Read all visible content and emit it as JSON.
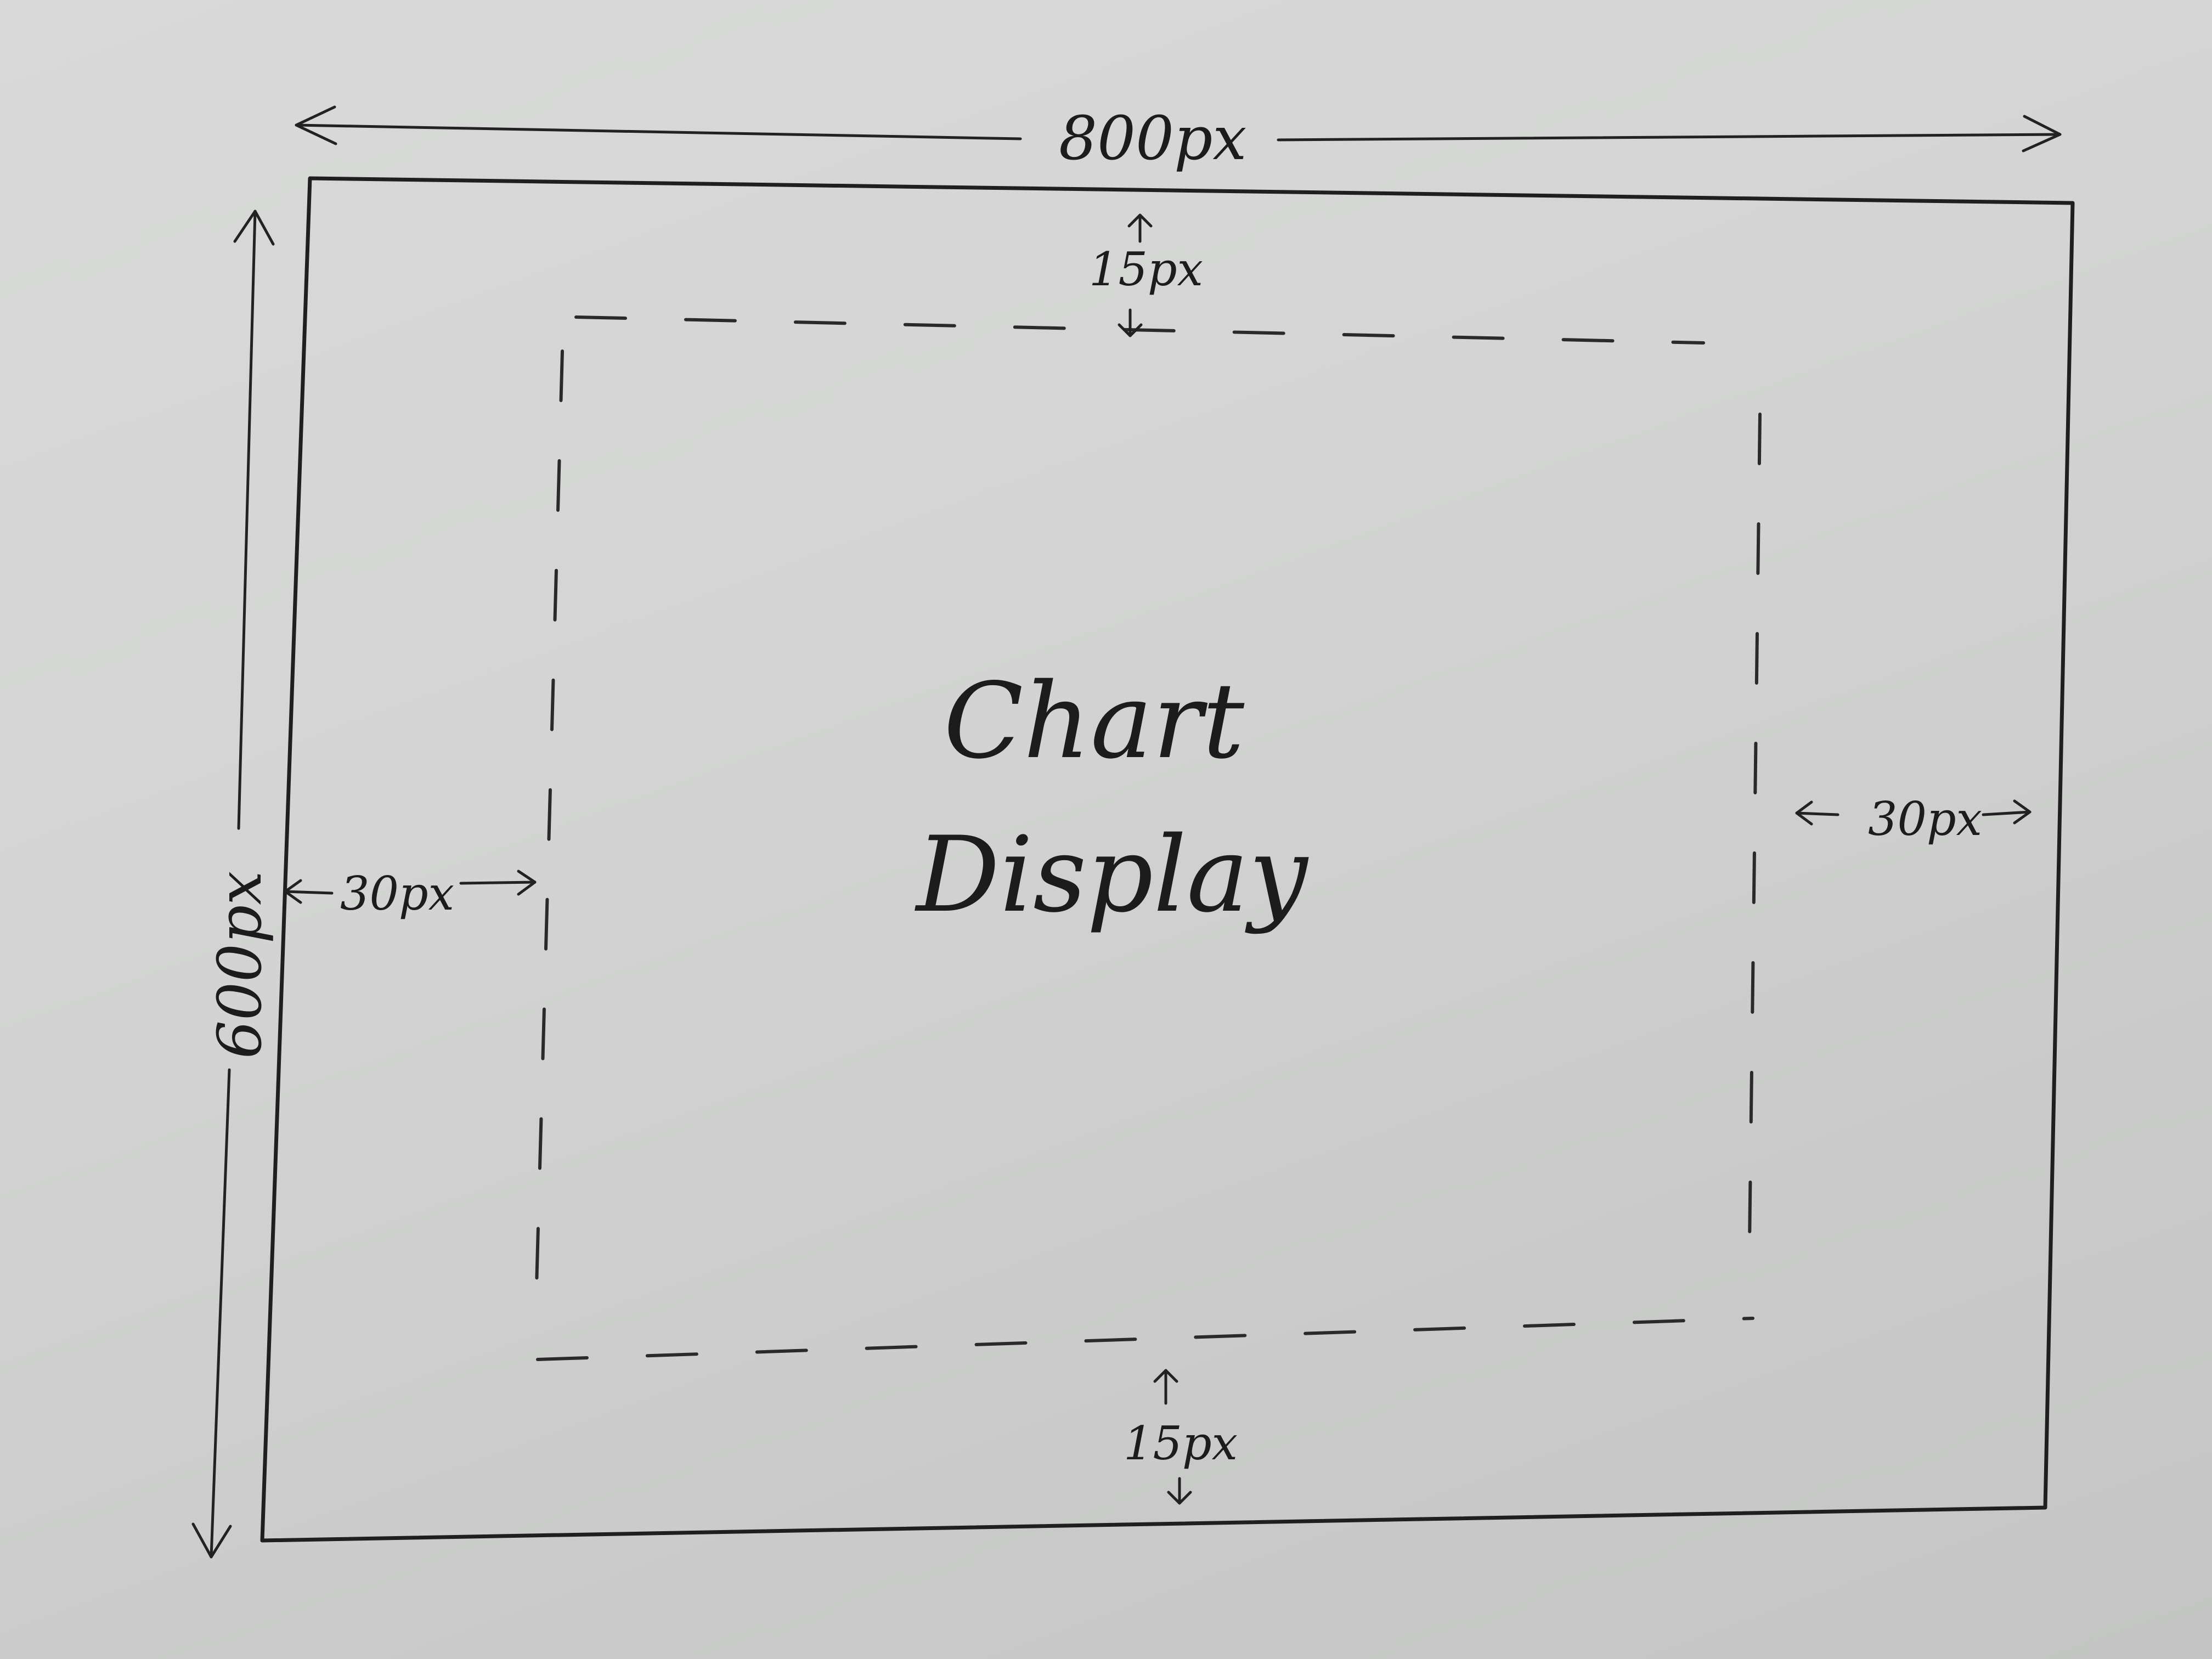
{
  "diagram": {
    "width_label": "800px",
    "height_label": "600px",
    "margin_top_label": "15px",
    "margin_bottom_label": "15px",
    "margin_left_label": "30px",
    "margin_right_label": "30px",
    "center_text_line1": "Chart",
    "center_text_line2": "Display"
  }
}
